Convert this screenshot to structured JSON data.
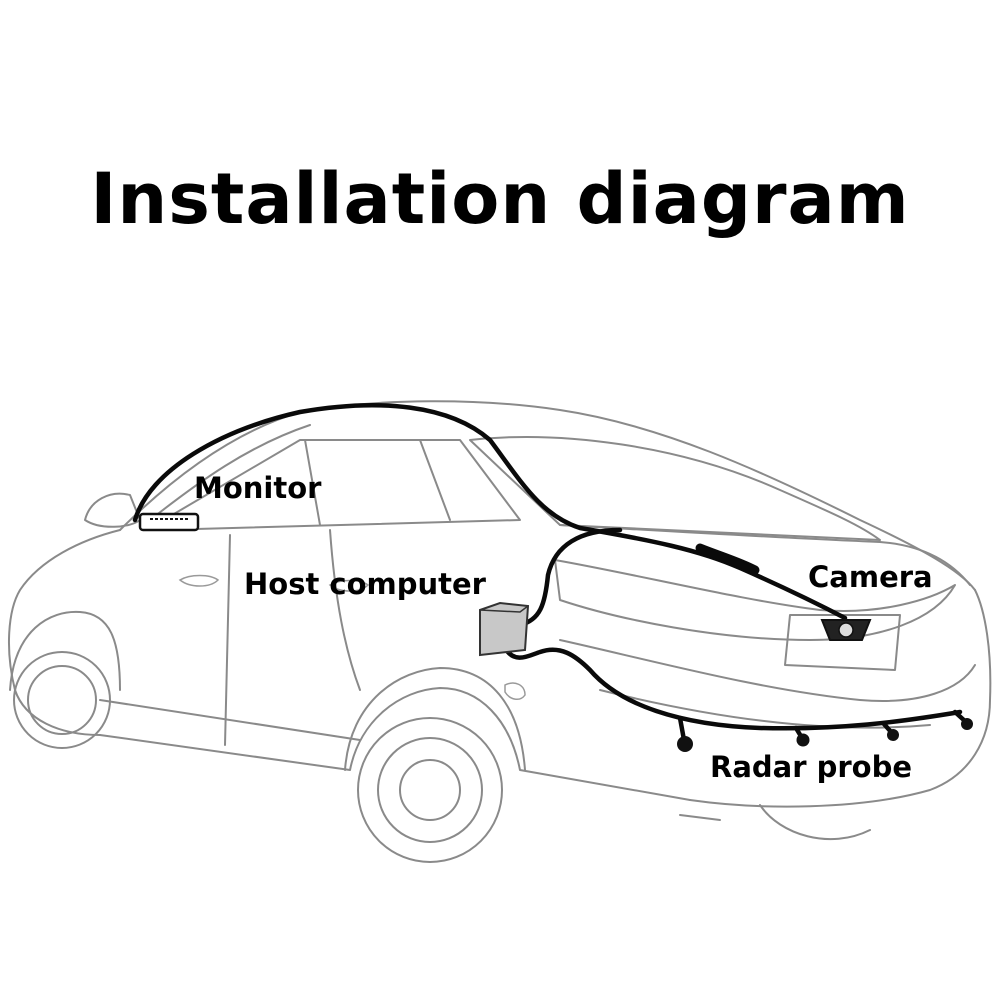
{
  "title": "Installation diagram",
  "labels": {
    "monitor": "Monitor",
    "host_computer": "Host computer",
    "camera": "Camera",
    "radar_probe": "Radar probe"
  },
  "colors": {
    "background": "#ffffff",
    "text": "#000000",
    "car_outline": "#8a8a8a",
    "cable": "#0a0a0a",
    "host_box": "#c8c8c8"
  }
}
